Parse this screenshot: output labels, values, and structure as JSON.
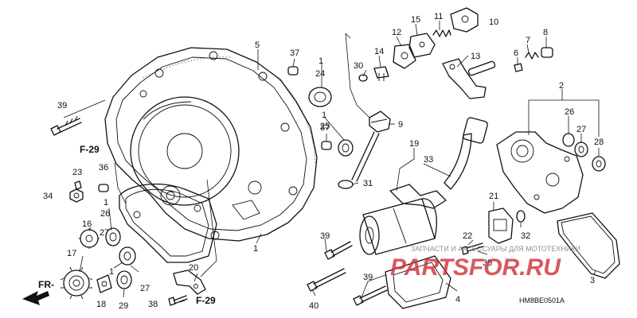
{
  "callouts": [
    {
      "id": "c1a",
      "text": "1"
    },
    {
      "id": "c1b",
      "text": "1"
    },
    {
      "id": "c1c",
      "text": "1"
    },
    {
      "id": "c1d",
      "text": "1"
    },
    {
      "id": "c1e",
      "text": "1"
    },
    {
      "id": "c2",
      "text": "2"
    },
    {
      "id": "c3",
      "text": "3"
    },
    {
      "id": "c4",
      "text": "4"
    },
    {
      "id": "c5",
      "text": "5"
    },
    {
      "id": "c6",
      "text": "6"
    },
    {
      "id": "c7",
      "text": "7"
    },
    {
      "id": "c8",
      "text": "8"
    },
    {
      "id": "c9",
      "text": "9"
    },
    {
      "id": "c10",
      "text": "10"
    },
    {
      "id": "c11",
      "text": "11"
    },
    {
      "id": "c12",
      "text": "12"
    },
    {
      "id": "c13",
      "text": "13"
    },
    {
      "id": "c14",
      "text": "14"
    },
    {
      "id": "c15",
      "text": "15"
    },
    {
      "id": "c16",
      "text": "16"
    },
    {
      "id": "c17",
      "text": "17"
    },
    {
      "id": "c18",
      "text": "18"
    },
    {
      "id": "c19",
      "text": "19"
    },
    {
      "id": "c20",
      "text": "20"
    },
    {
      "id": "c21",
      "text": "21"
    },
    {
      "id": "c22",
      "text": "22"
    },
    {
      "id": "c23",
      "text": "23"
    },
    {
      "id": "c24",
      "text": "24"
    },
    {
      "id": "c25",
      "text": "25"
    },
    {
      "id": "c26a",
      "text": "26"
    },
    {
      "id": "c26b",
      "text": "26"
    },
    {
      "id": "c27a",
      "text": "27"
    },
    {
      "id": "c27b",
      "text": "27"
    },
    {
      "id": "c27c",
      "text": "27"
    },
    {
      "id": "c28",
      "text": "28"
    },
    {
      "id": "c29",
      "text": "29"
    },
    {
      "id": "c30",
      "text": "30"
    },
    {
      "id": "c31",
      "text": "31"
    },
    {
      "id": "c32",
      "text": "32"
    },
    {
      "id": "c33",
      "text": "33"
    },
    {
      "id": "c34",
      "text": "34"
    },
    {
      "id": "c35",
      "text": "35"
    },
    {
      "id": "c36",
      "text": "36"
    },
    {
      "id": "c37a",
      "text": "37"
    },
    {
      "id": "c37b",
      "text": "37"
    },
    {
      "id": "c38",
      "text": "38"
    },
    {
      "id": "c39a",
      "text": "39"
    },
    {
      "id": "c39b",
      "text": "39"
    },
    {
      "id": "c39c",
      "text": "39"
    },
    {
      "id": "c40",
      "text": "40"
    }
  ],
  "section_refs": [
    {
      "id": "f29a",
      "text": "F-29"
    },
    {
      "id": "f29b",
      "text": "F-29"
    }
  ],
  "front_marker": "FR-",
  "diagram_code": "HM8BE0501A",
  "watermark": {
    "caption": "ЗАПЧАСТИ И АКСЕССУАРЫ ДЛЯ МОТОТЕХНИКИ",
    "logo": "PARTSFOR.RU",
    "color": "#d0343c"
  }
}
